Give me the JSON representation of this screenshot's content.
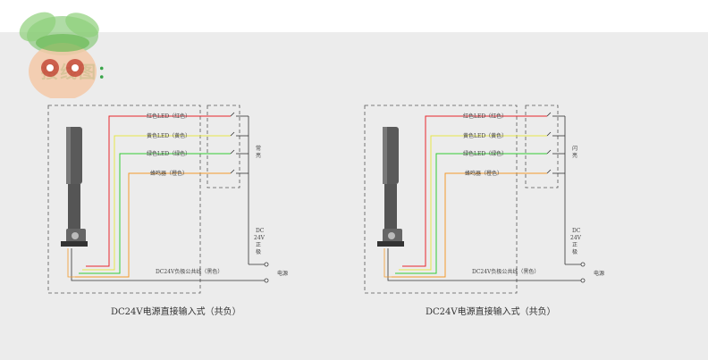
{
  "title": "接线图：",
  "diagrams": [
    {
      "labels": [
        "红色LED（红色）",
        "黄色LED（黄色）",
        "绿色LED（绿色）",
        "蜂鸣器（橙色）"
      ],
      "switch_type": [
        "常",
        "亮"
      ],
      "common_line": "DC24V负极公共线（黑色）",
      "supply_pos": [
        "DC",
        "24V",
        "正",
        "极"
      ],
      "power": "电源",
      "caption": "DC24V电源直接输入式（共负）"
    },
    {
      "labels": [
        "红色LED（红色）",
        "黄色LED（黄色）",
        "绿色LED（绿色）",
        "蜂鸣器（橙色）"
      ],
      "switch_type": [
        "闪",
        "亮"
      ],
      "common_line": "DC24V负极公共线（黑色）",
      "supply_pos": [
        "DC",
        "24V",
        "正",
        "极"
      ],
      "power": "电源",
      "caption": "DC24V电源直接输入式（共负）"
    }
  ],
  "colors": {
    "accent": "#3aa54a",
    "red": "#e8262c",
    "yellow": "#e6e64a",
    "green": "#33cc33",
    "orange": "#f39a2c"
  }
}
